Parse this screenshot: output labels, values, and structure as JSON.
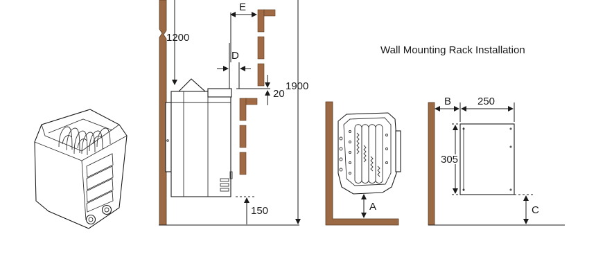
{
  "title": "Wall Mounting Rack Installation",
  "dimensions": {
    "ceiling_clearance": "1200",
    "total_height": "1900",
    "floor_clearance": "150",
    "gap": "20",
    "side_clearance": "D",
    "top_offset": "E",
    "rack_width": "250",
    "rack_height": "305",
    "wall_offset": "B",
    "rack_floor": "C",
    "heater_floor": "A"
  },
  "colors": {
    "wood": "#9b6a44",
    "line": "#1a1a1a"
  }
}
